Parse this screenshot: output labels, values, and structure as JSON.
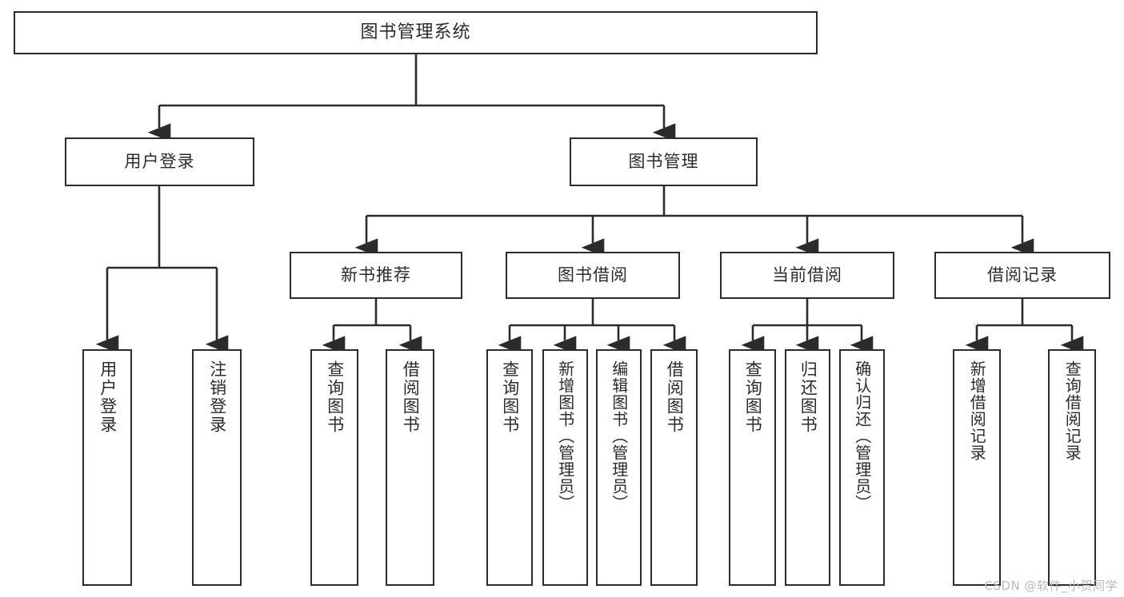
{
  "diagram": {
    "title": "图书管理系统",
    "watermark": "CSDN @软件_小贺同学",
    "colors": {
      "stroke": "#2b2b2b",
      "fill": "#ffffff",
      "text": "#2b2b2b",
      "watermark": "#b9b9b9"
    },
    "root": {
      "label": "图书管理系统"
    },
    "level1": [
      {
        "label": "用户登录"
      },
      {
        "label": "图书管理"
      }
    ],
    "level2": [
      {
        "label": "新书推荐"
      },
      {
        "label": "图书借阅"
      },
      {
        "label": "当前借阅"
      },
      {
        "label": "借阅记录"
      }
    ],
    "leaves": {
      "user_login": [
        {
          "label": "用户登录"
        },
        {
          "label": "注销登录"
        }
      ],
      "new_book": [
        {
          "label": "查询图书"
        },
        {
          "label": "借阅图书"
        }
      ],
      "book_borrow": [
        {
          "label": "查询图书"
        },
        {
          "label": "新增图书（管理员）"
        },
        {
          "label": "编辑图书（管理员）"
        },
        {
          "label": "借阅图书"
        }
      ],
      "current_borrow": [
        {
          "label": "查询图书"
        },
        {
          "label": "归还图书"
        },
        {
          "label": "确认归还（管理员）"
        }
      ],
      "borrow_record": [
        {
          "label": "新增借阅记录"
        },
        {
          "label": "查询借阅记录"
        }
      ]
    }
  }
}
